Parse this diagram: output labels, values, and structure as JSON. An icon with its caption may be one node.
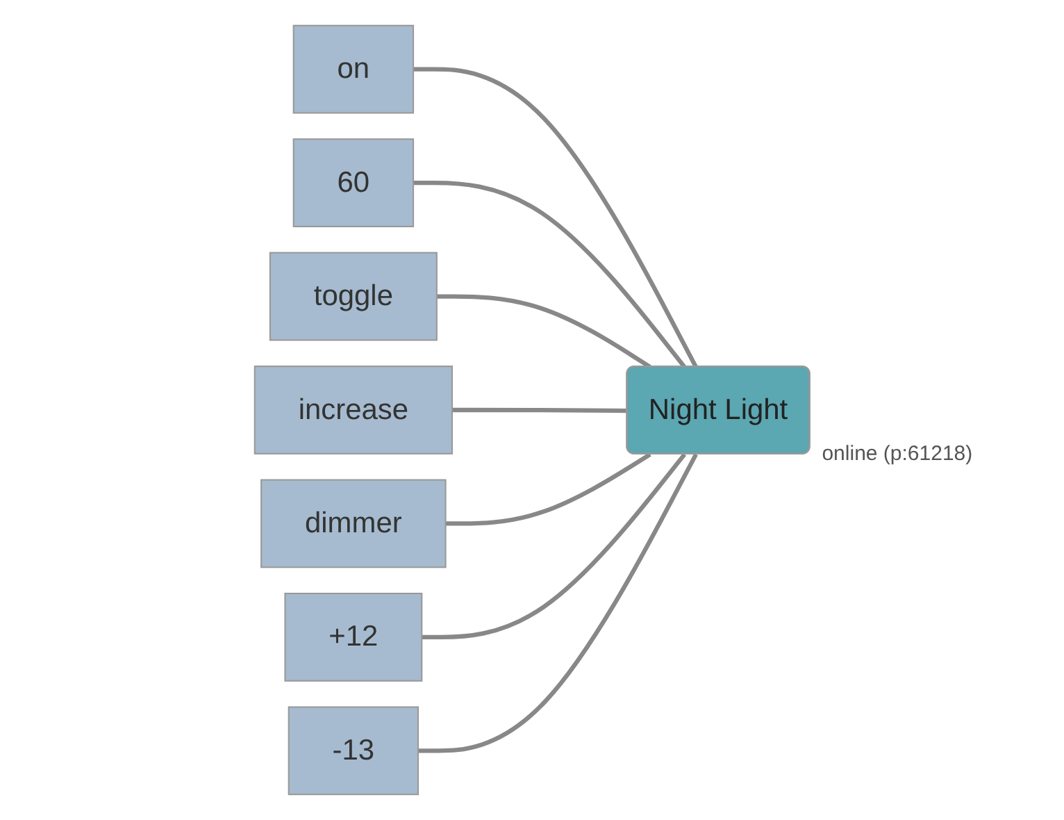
{
  "diagram": {
    "nodes": [
      {
        "text": [
          "on"
        ]
      },
      {
        "text": [
          "60"
        ]
      },
      {
        "text": [
          "toggle"
        ]
      },
      {
        "text": [
          "increase"
        ]
      },
      {
        "text": [
          "dimmer"
        ]
      },
      {
        "text": [
          "+12"
        ]
      },
      {
        "text": [
          "-13"
        ]
      },
      {
        "text": [
          "Night Light"
        ],
        "beside": [
          "online (p:61218)"
        ]
      }
    ],
    "edges": [
      {
        "from": 0,
        "to": 7,
        "arrow": "none"
      },
      {
        "from": 1,
        "to": 7,
        "arrow": "none"
      },
      {
        "from": 2,
        "to": 7,
        "arrow": "none"
      },
      {
        "from": 3,
        "to": 7,
        "arrow": "none"
      },
      {
        "from": 4,
        "to": 7,
        "arrow": "none"
      },
      {
        "from": 5,
        "to": 7,
        "arrow": "none"
      },
      {
        "from": 6,
        "to": 7,
        "arrow": "none"
      }
    ]
  }
}
